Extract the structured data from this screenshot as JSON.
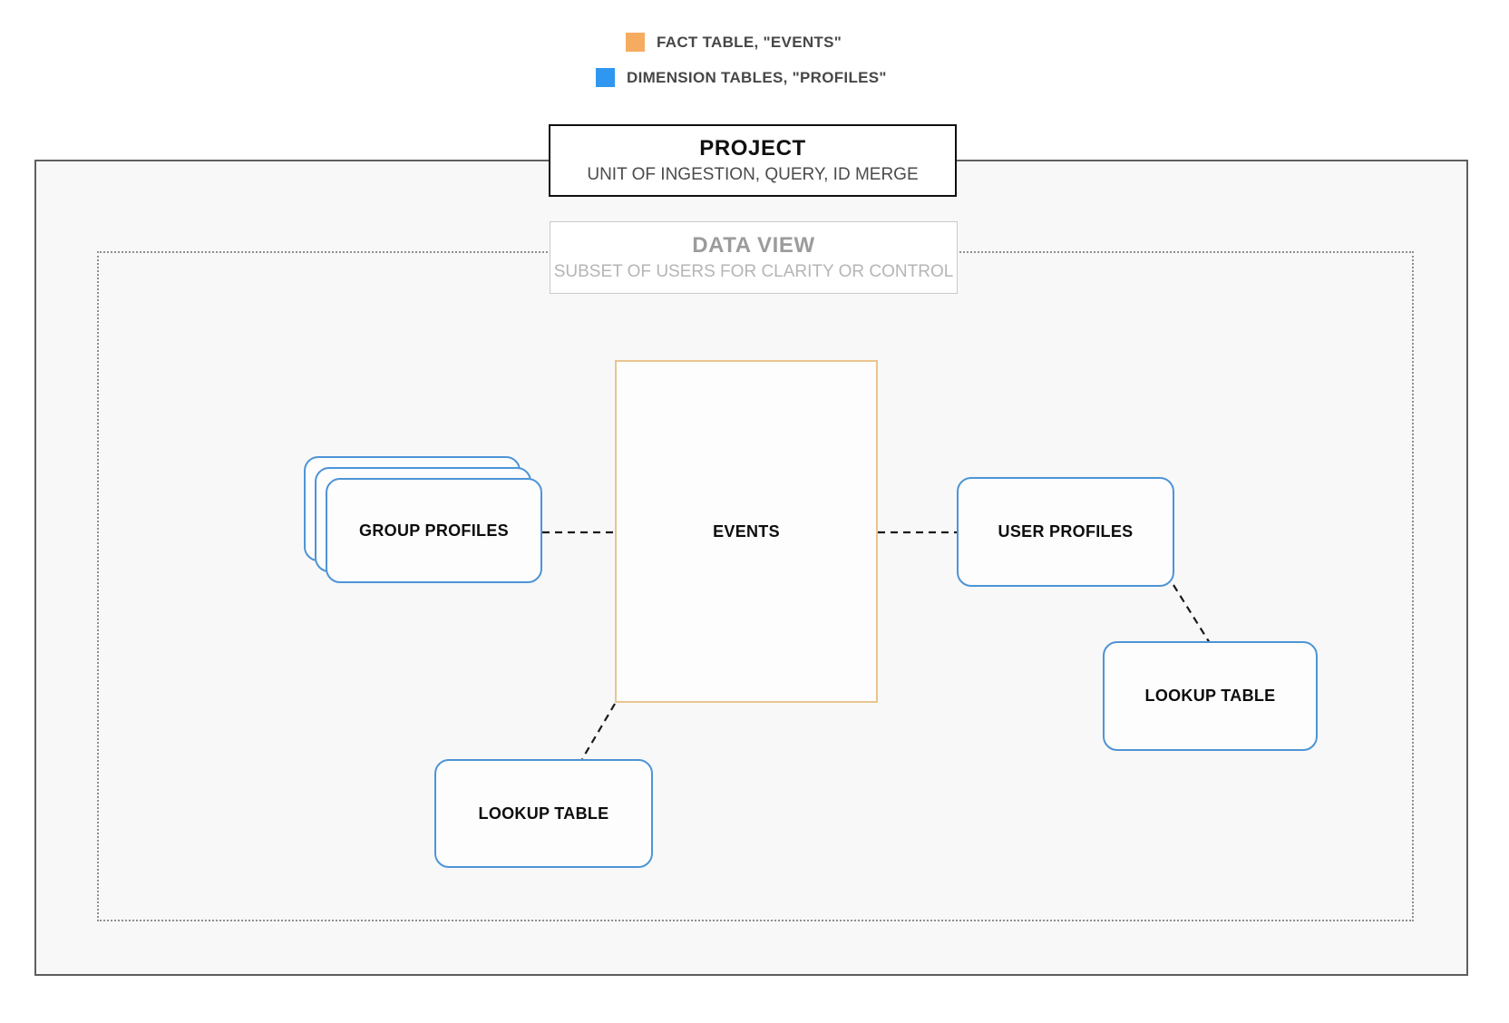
{
  "legend": {
    "items": [
      {
        "name": "fact-table",
        "label": "FACT TABLE, \"EVENTS\"",
        "color": "#F6AC60"
      },
      {
        "name": "dimension-tables",
        "label": "DIMENSION TABLES, \"PROFILES\"",
        "color": "#2F97F0"
      }
    ]
  },
  "project_box": {
    "title": "PROJECT",
    "subtitle": "UNIT OF INGESTION, QUERY, ID MERGE"
  },
  "data_view_box": {
    "title": "DATA VIEW",
    "subtitle": "SUBSET OF USERS FOR CLARITY OR CONTROL"
  },
  "nodes": {
    "events": {
      "label": "EVENTS",
      "type": "fact"
    },
    "group_profiles": {
      "label": "GROUP PROFILES",
      "type": "dimension"
    },
    "user_profiles": {
      "label": "USER PROFILES",
      "type": "dimension"
    },
    "lookup_table_right": {
      "label": "LOOKUP TABLE",
      "type": "dimension"
    },
    "lookup_table_bottom": {
      "label": "LOOKUP TABLE",
      "type": "dimension"
    }
  },
  "colors": {
    "fact_border": "#E9C48F",
    "dimension_border": "#4D94D6",
    "outer_border": "#5F5F61",
    "dotted_border": "#8F8F8F",
    "connector": "#1A1A1A"
  }
}
